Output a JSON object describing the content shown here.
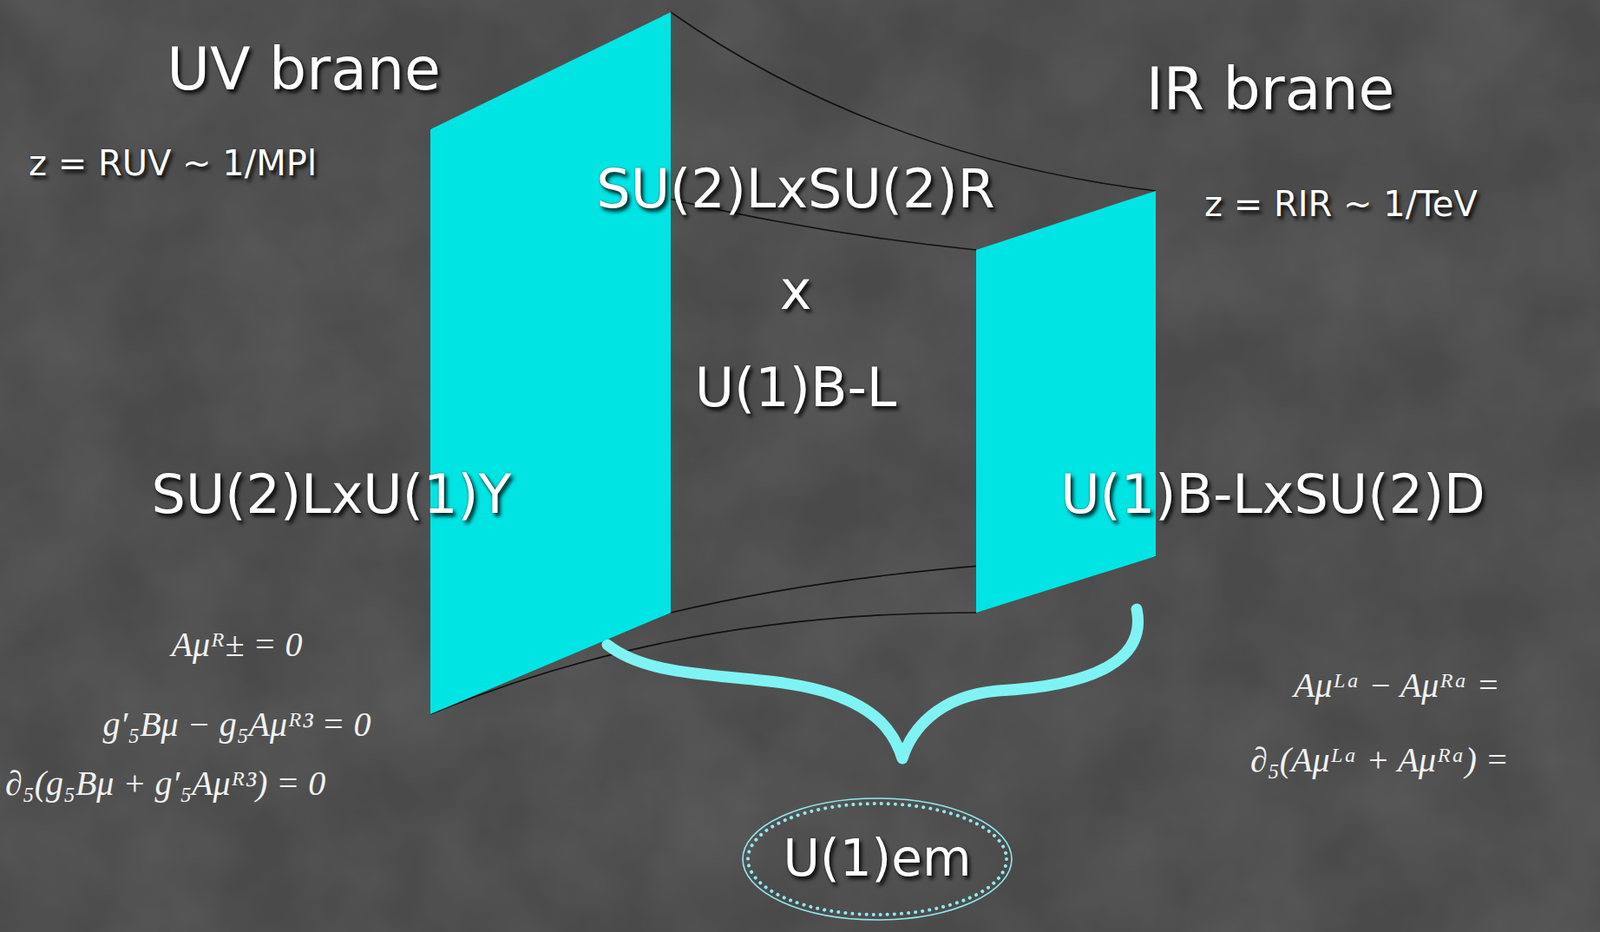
{
  "diagram": {
    "nodes": [
      {
        "text": [
          "UV brane",
          "z = RUV ~ 1/MPl",
          "SU(2)LxU(1)Y"
        ]
      },
      {
        "text": [
          "SU(2)LxSU(2)R",
          "x",
          "U(1)B-L"
        ]
      },
      {
        "text": [
          "IR brane",
          "z = RIR ~ 1/TeV",
          "U(1)B-LxSU(2)D"
        ]
      },
      {
        "text": [
          "U(1)em"
        ]
      }
    ],
    "labels": [
      "Aμᴿ± = 0",
      "g′₅Bμ − g₅Aμᴿ³ = 0",
      "∂₅(g₅Bμ + g′₅Aμᴿ³) = 0",
      "Aμᴸᵃ − Aμᴿᵃ =",
      "∂₅(Aμᴸᵃ + Aμᴿᵃ) ="
    ]
  }
}
